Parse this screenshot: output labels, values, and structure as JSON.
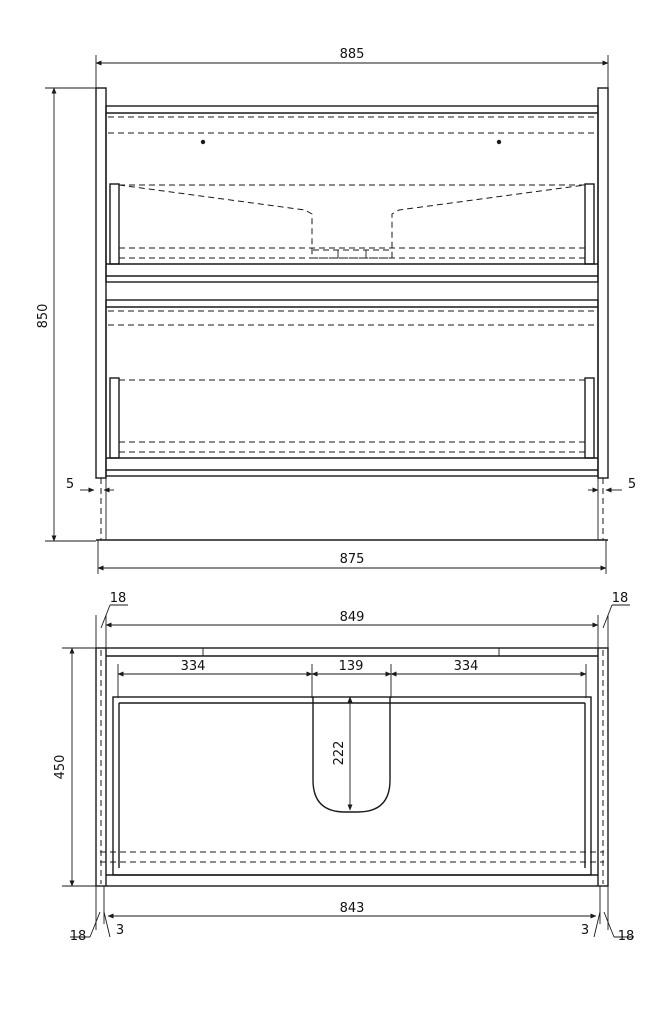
{
  "front_view": {
    "overall_width": "885",
    "overall_height": "850",
    "body_width": "875",
    "side_gap_left": "5",
    "side_gap_right": "5"
  },
  "top_view": {
    "side_thickness_top_left": "18",
    "side_thickness_top_right": "18",
    "inner_width": "849",
    "left_offset": "334",
    "cutout_width": "139",
    "right_offset": "334",
    "cutout_depth": "222",
    "depth": "450",
    "bottom_width": "843",
    "side_thickness_bottom_left": "18",
    "gap_bottom_left": "3",
    "gap_bottom_right": "3",
    "side_thickness_bottom_right": "18"
  }
}
